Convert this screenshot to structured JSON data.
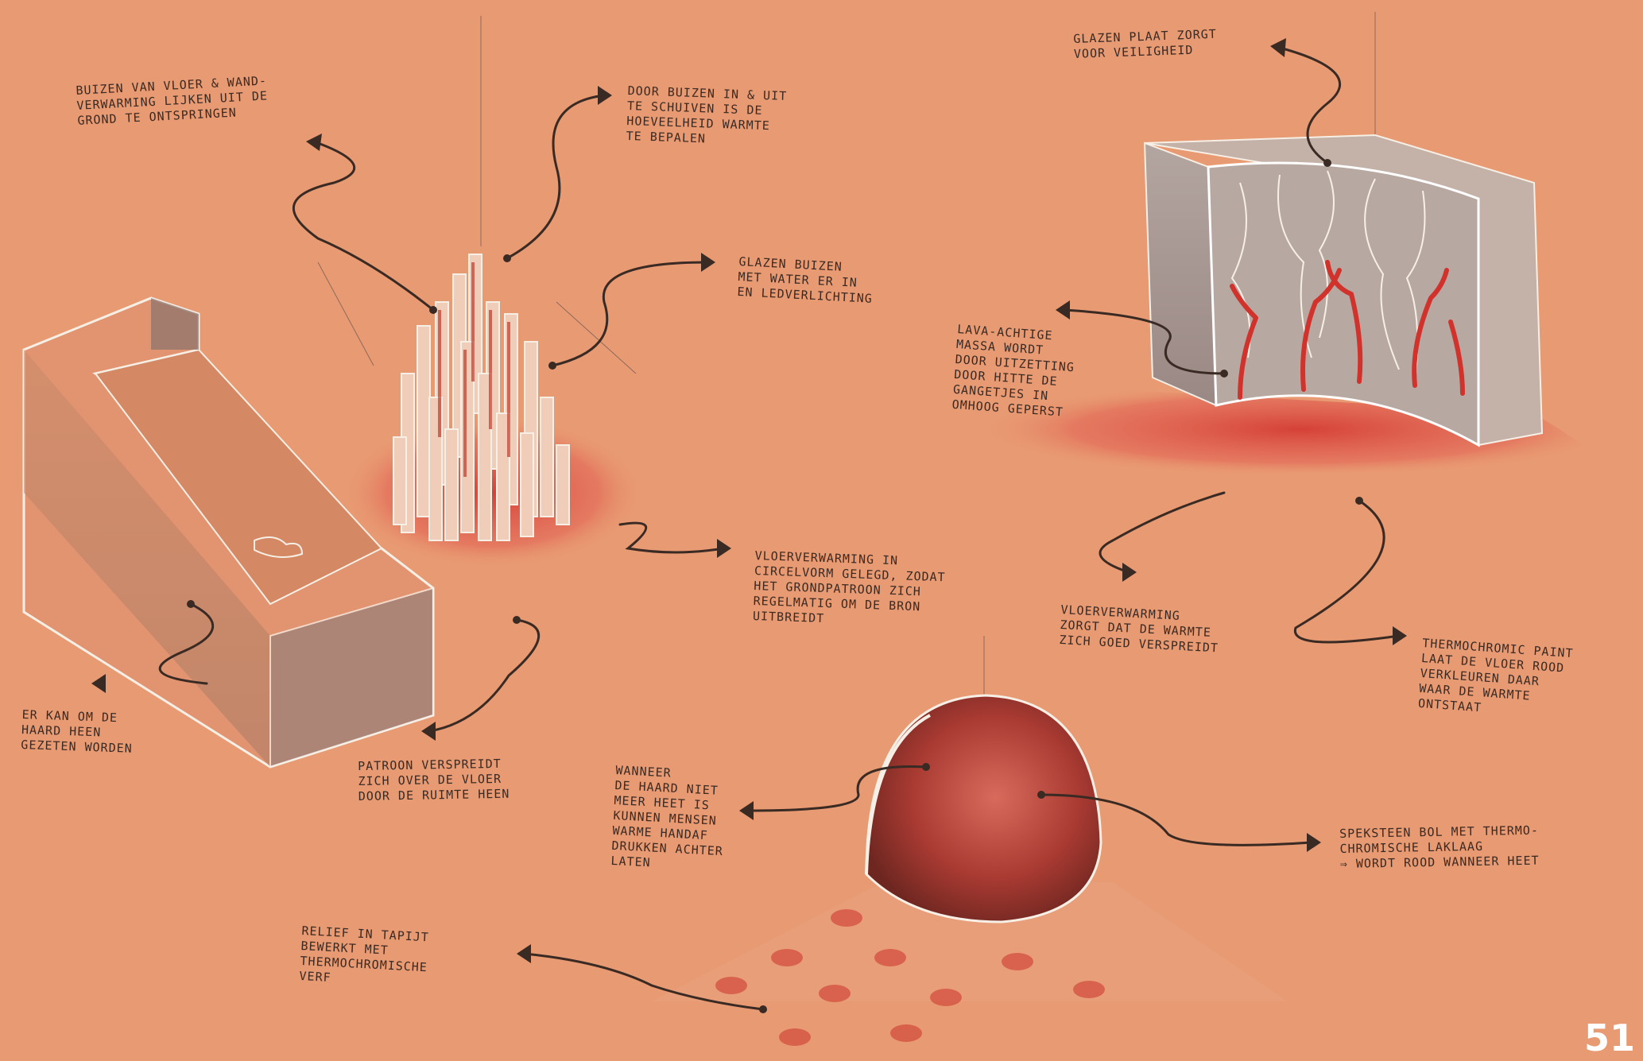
{
  "colors": {
    "paper": "#e89a72",
    "pencil": "#3a2a24",
    "lava_red": "#d2322c",
    "chalk_white": "#f6efe6"
  },
  "annotations": {
    "tubes_from_ground": "BUIZEN VAN VLOER & WAND-\nVERWARMING LIJKEN UIT DE\nGROND TE ONTSPRINGEN",
    "slide_tubes": "DOOR BUIZEN IN & UIT\nTE SCHUIVEN IS DE\nHOEVEELHEID WARMTE\nTE BEPALEN",
    "glass_tubes": "GLAZEN BUIZEN\nMET WATER ER IN\nEN LEDVERLICHTING",
    "glass_plate": "GLAZEN PLAAT ZORGT\nVOOR VEILIGHEID",
    "lava_mass": "LAVA-ACHTIGE\nMASSA WORDT\nDOOR UITZETTING\nDOOR HITTE DE\nGANGETJES IN\nOMHOOG GEPERST",
    "floor_heating_circle": "VLOERVERWARMING IN\nCIRCELVORM GELEGD, ZODAT\nHET GRONDPATROON ZICH\nREGELMATIG OM DE BRON\nUITBREIDT",
    "floor_heating_spread": "VLOERVERWARMING\nZORGT DAT DE WARMTE\nZICH GOED VERSPREIDT",
    "thermochromic_paint": "THERMOCHROMIC PAINT\nLAAT DE VLOER ROOD\nVERKLEUREN DAAR\nWAAR DE WARMTE\nONTSTAAT",
    "hearth_bench": "ER KAN OM DE\nHAARD HEEN\nGEZETEN WORDEN",
    "pattern_spreads": "PATROON VERSPREIDT\nZICH OVER DE VLOER\nDOOR DE RUIMTE HEEN",
    "hand_prints": "WANNEER\nDE HAARD NIET\nMEER HEET IS\nKUNNEN MENSEN\nWARME HANDAF\nDRUKKEN ACHTER\nLATEN",
    "soapstone_sphere": "SPEKSTEEN BOL MET THERMO-\nCHROMISCHE LAKLAAG\n⇒ WORDT ROOD WANNEER HEET",
    "carpet_relief": "RELIEF IN TAPIJT\nBEWERKT MET\nTHERMOCHROMISCHE\nVERF"
  },
  "page_number": "51"
}
